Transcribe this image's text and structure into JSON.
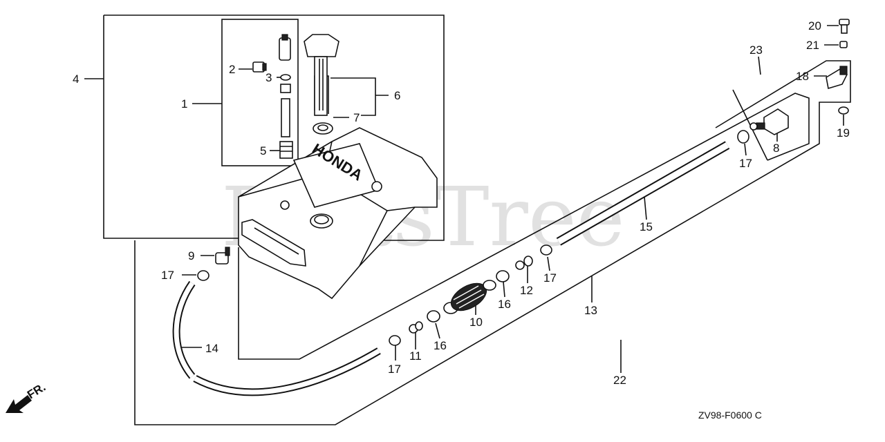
{
  "watermark": "PartsTree",
  "diagram_code": "ZV98-F0600 C",
  "front_indicator": "FR.",
  "tank_brand": "HONDA",
  "callouts": [
    {
      "id": "c1",
      "text": "1"
    },
    {
      "id": "c2",
      "text": "2"
    },
    {
      "id": "c3",
      "text": "3"
    },
    {
      "id": "c4",
      "text": "4"
    },
    {
      "id": "c5",
      "text": "5"
    },
    {
      "id": "c6",
      "text": "6"
    },
    {
      "id": "c7",
      "text": "7"
    },
    {
      "id": "c8",
      "text": "8"
    },
    {
      "id": "c9",
      "text": "9"
    },
    {
      "id": "c10",
      "text": "10"
    },
    {
      "id": "c11",
      "text": "11"
    },
    {
      "id": "c12",
      "text": "12"
    },
    {
      "id": "c13",
      "text": "13"
    },
    {
      "id": "c14",
      "text": "14"
    },
    {
      "id": "c15",
      "text": "15"
    },
    {
      "id": "c16a",
      "text": "16"
    },
    {
      "id": "c16b",
      "text": "16"
    },
    {
      "id": "c17a",
      "text": "17"
    },
    {
      "id": "c17b",
      "text": "17"
    },
    {
      "id": "c17c",
      "text": "17"
    },
    {
      "id": "c17d",
      "text": "17"
    },
    {
      "id": "c18",
      "text": "18"
    },
    {
      "id": "c19",
      "text": "19"
    },
    {
      "id": "c20",
      "text": "20"
    },
    {
      "id": "c21",
      "text": "21"
    },
    {
      "id": "c22",
      "text": "22"
    },
    {
      "id": "c23",
      "text": "23"
    }
  ]
}
